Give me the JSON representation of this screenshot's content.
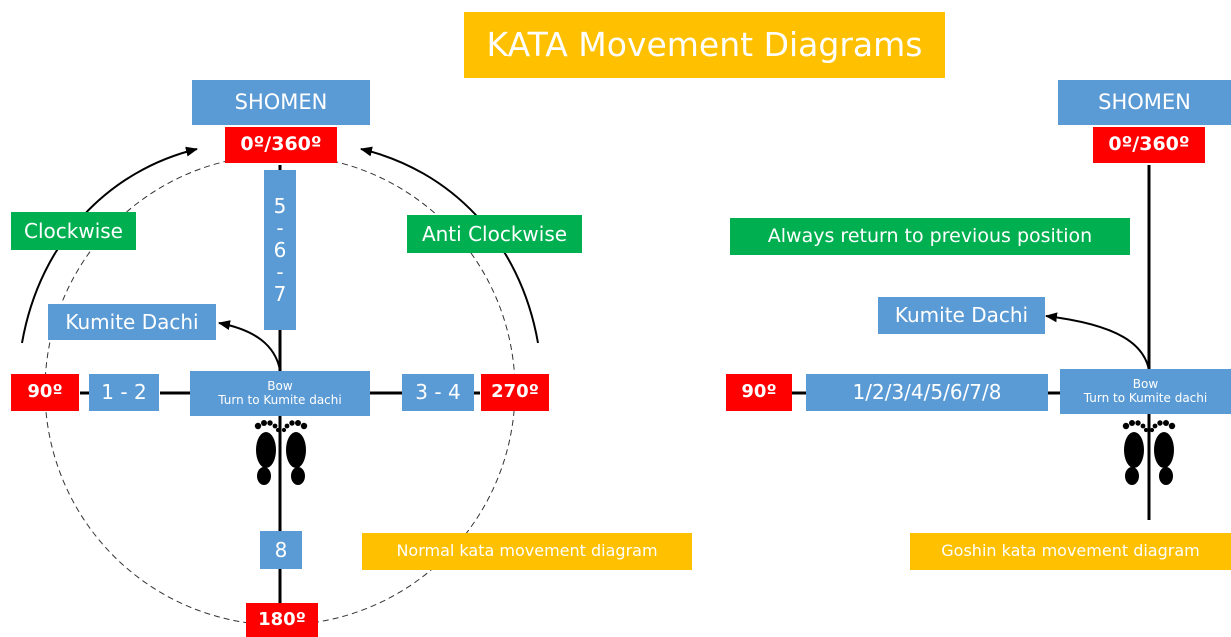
{
  "title": "KATA Movement Diagrams",
  "colors": {
    "blue": "#5b9bd5",
    "red": "#ff0000",
    "green": "#00b050",
    "amber": "#ffc000"
  },
  "normal": {
    "shomen": "SHOMEN",
    "top_angle": "0º/360º",
    "left_angle": "90º",
    "right_angle": "270º",
    "bottom_angle": "180º",
    "clockwise": "Clockwise",
    "anti_clockwise": "Anti Clockwise",
    "kumite_dachi": "Kumite Dachi",
    "center_line1": "Bow",
    "center_line2": "Turn to Kumite dachi",
    "left_steps": "1 - 2",
    "right_steps": "3 - 4",
    "top_steps": "5\n-\n6\n-\n7",
    "bottom_steps": "8",
    "caption": "Normal kata movement diagram",
    "icons": [
      "footprints-icon"
    ]
  },
  "goshin": {
    "shomen": "SHOMEN",
    "top_angle": "0º/360º",
    "left_angle": "90º",
    "note": "Always return to previous position",
    "kumite_dachi": "Kumite Dachi",
    "center_line1": "Bow",
    "center_line2": "Turn to Kumite dachi",
    "left_steps": "1/2/3/4/5/6/7/8",
    "caption": "Goshin kata movement diagram",
    "icons": [
      "footprints-icon"
    ]
  }
}
